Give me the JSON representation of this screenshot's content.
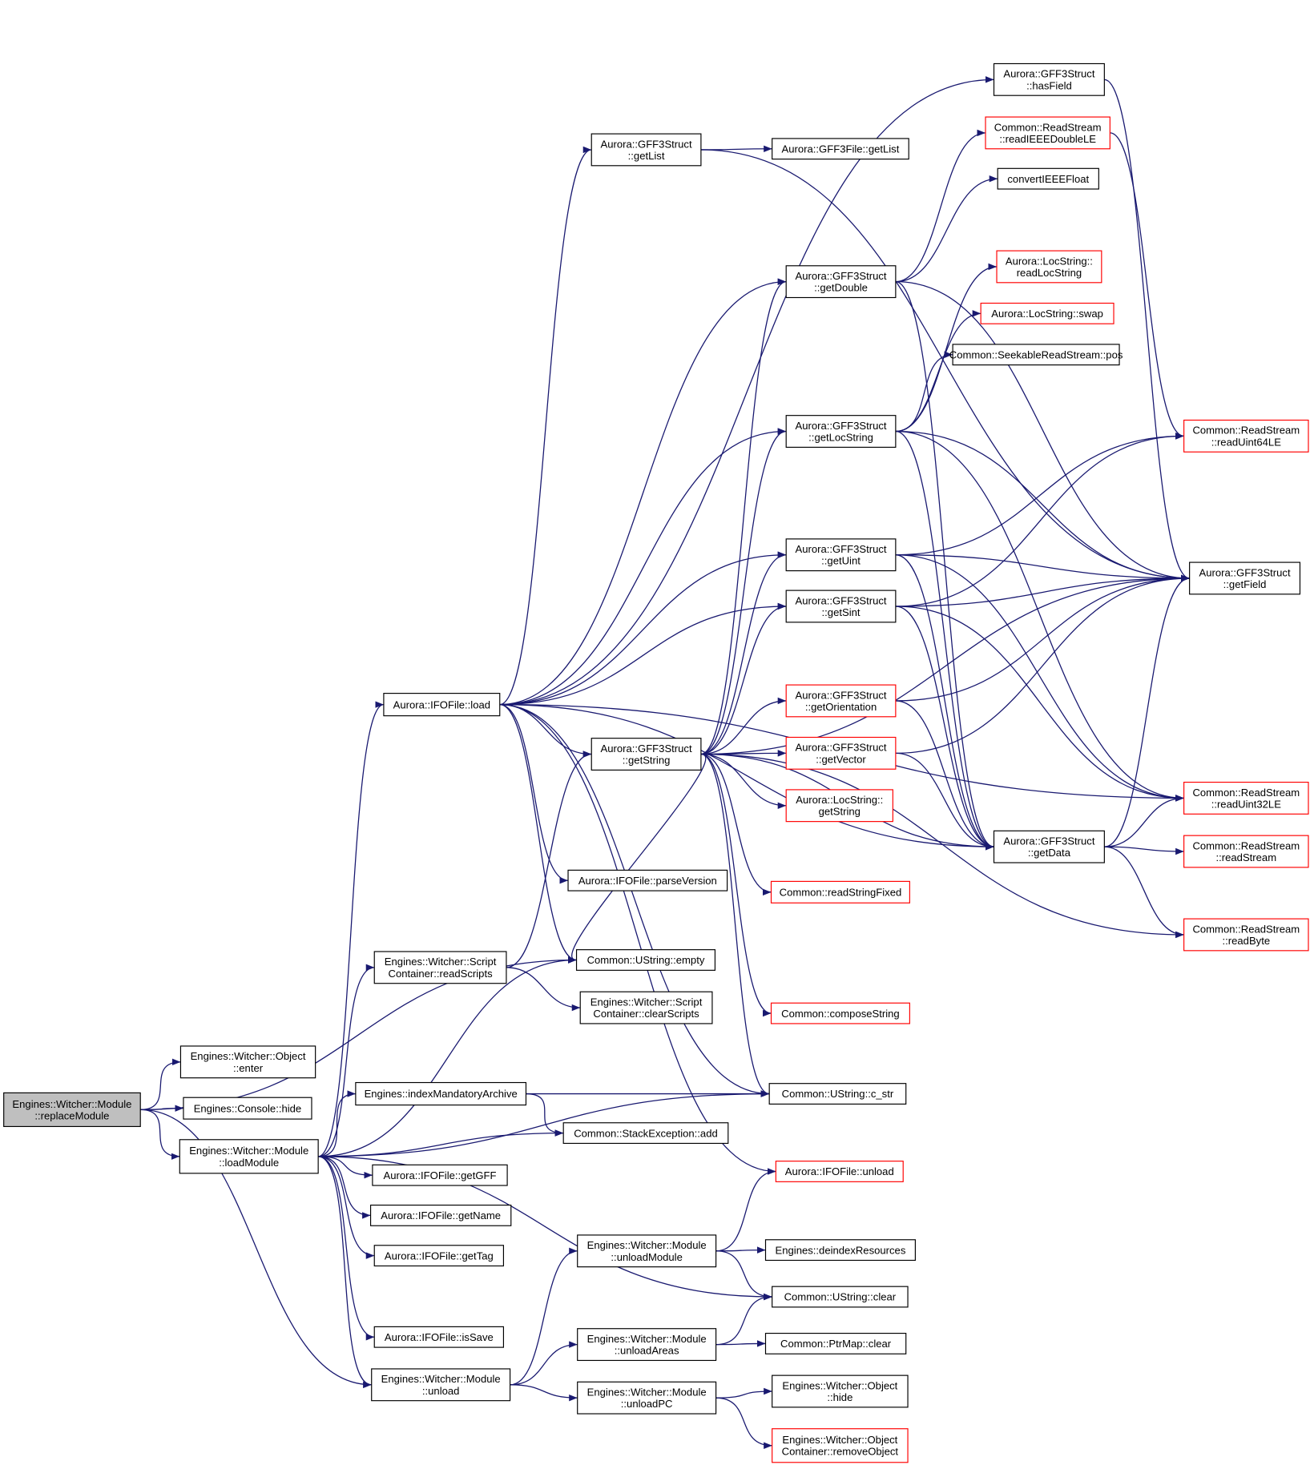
{
  "title": "Engines::Witcher::Module::replaceModule call graph",
  "colors": {
    "edge": "#191970",
    "root_fill": "#bfbfbf",
    "border": "#000000",
    "red_border": "#ff0000"
  },
  "nodes": [
    {
      "id": "replaceModule",
      "lines": [
        "Engines::Witcher::Module",
        "::replaceModule"
      ],
      "kind": "root"
    },
    {
      "id": "objEnter",
      "lines": [
        "Engines::Witcher::Object",
        "::enter"
      ],
      "kind": "normal"
    },
    {
      "id": "consoleHide",
      "lines": [
        "Engines::Console::hide"
      ],
      "kind": "normal"
    },
    {
      "id": "loadModule",
      "lines": [
        "Engines::Witcher::Module",
        "::loadModule"
      ],
      "kind": "normal"
    },
    {
      "id": "ifoLoad",
      "lines": [
        "Aurora::IFOFile::load"
      ],
      "kind": "normal"
    },
    {
      "id": "structGetList",
      "lines": [
        "Aurora::GFF3Struct",
        "::getList"
      ],
      "kind": "normal"
    },
    {
      "id": "fileGetList",
      "lines": [
        "Aurora::GFF3File::getList"
      ],
      "kind": "normal"
    },
    {
      "id": "hasField",
      "lines": [
        "Aurora::GFF3Struct",
        "::hasField"
      ],
      "kind": "normal"
    },
    {
      "id": "readIEEEDoubleLE",
      "lines": [
        "Common::ReadStream",
        "::readIEEEDoubleLE"
      ],
      "kind": "red"
    },
    {
      "id": "convertIEEEFloat",
      "lines": [
        "convertIEEEFloat"
      ],
      "kind": "normal"
    },
    {
      "id": "getDouble",
      "lines": [
        "Aurora::GFF3Struct",
        "::getDouble"
      ],
      "kind": "normal"
    },
    {
      "id": "readLocString",
      "lines": [
        "Aurora::LocString::",
        "readLocString"
      ],
      "kind": "red"
    },
    {
      "id": "locSwap",
      "lines": [
        "Aurora::LocString::swap"
      ],
      "kind": "red"
    },
    {
      "id": "seekPos",
      "lines": [
        "Common::SeekableReadStream::pos"
      ],
      "kind": "normal"
    },
    {
      "id": "getLocString",
      "lines": [
        "Aurora::GFF3Struct",
        "::getLocString"
      ],
      "kind": "normal"
    },
    {
      "id": "readUint64LE",
      "lines": [
        "Common::ReadStream",
        "::readUint64LE"
      ],
      "kind": "red"
    },
    {
      "id": "getUint",
      "lines": [
        "Aurora::GFF3Struct",
        "::getUint"
      ],
      "kind": "normal"
    },
    {
      "id": "getField",
      "lines": [
        "Aurora::GFF3Struct",
        "::getField"
      ],
      "kind": "normal"
    },
    {
      "id": "getSint",
      "lines": [
        "Aurora::GFF3Struct",
        "::getSint"
      ],
      "kind": "normal"
    },
    {
      "id": "getOrientation",
      "lines": [
        "Aurora::GFF3Struct",
        "::getOrientation"
      ],
      "kind": "red"
    },
    {
      "id": "getString",
      "lines": [
        "Aurora::GFF3Struct",
        "::getString"
      ],
      "kind": "normal"
    },
    {
      "id": "getVector",
      "lines": [
        "Aurora::GFF3Struct",
        "::getVector"
      ],
      "kind": "red"
    },
    {
      "id": "locGetString",
      "lines": [
        "Aurora::LocString::",
        "getString"
      ],
      "kind": "red"
    },
    {
      "id": "readUint32LE",
      "lines": [
        "Common::ReadStream",
        "::readUint32LE"
      ],
      "kind": "red"
    },
    {
      "id": "getData",
      "lines": [
        "Aurora::GFF3Struct",
        "::getData"
      ],
      "kind": "normal"
    },
    {
      "id": "readStream",
      "lines": [
        "Common::ReadStream",
        "::readStream"
      ],
      "kind": "red"
    },
    {
      "id": "readStringFixed",
      "lines": [
        "Common::readStringFixed"
      ],
      "kind": "red"
    },
    {
      "id": "readByte",
      "lines": [
        "Common::ReadStream",
        "::readByte"
      ],
      "kind": "red"
    },
    {
      "id": "parseVersion",
      "lines": [
        "Aurora::IFOFile::parseVersion"
      ],
      "kind": "normal"
    },
    {
      "id": "ustrEmpty",
      "lines": [
        "Common::UString::empty"
      ],
      "kind": "normal"
    },
    {
      "id": "readScripts",
      "lines": [
        "Engines::Witcher::Script",
        "Container::readScripts"
      ],
      "kind": "normal"
    },
    {
      "id": "clearScripts",
      "lines": [
        "Engines::Witcher::Script",
        "Container::clearScripts"
      ],
      "kind": "normal"
    },
    {
      "id": "composeString",
      "lines": [
        "Common::composeString"
      ],
      "kind": "red"
    },
    {
      "id": "indexMandatory",
      "lines": [
        "Engines::indexMandatoryArchive"
      ],
      "kind": "normal"
    },
    {
      "id": "cstr",
      "lines": [
        "Common::UString::c_str"
      ],
      "kind": "normal"
    },
    {
      "id": "stackAdd",
      "lines": [
        "Common::StackException::add"
      ],
      "kind": "normal"
    },
    {
      "id": "ifoUnload",
      "lines": [
        "Aurora::IFOFile::unload"
      ],
      "kind": "red"
    },
    {
      "id": "getGFF",
      "lines": [
        "Aurora::IFOFile::getGFF"
      ],
      "kind": "normal"
    },
    {
      "id": "getName",
      "lines": [
        "Aurora::IFOFile::getName"
      ],
      "kind": "normal"
    },
    {
      "id": "getTag",
      "lines": [
        "Aurora::IFOFile::getTag"
      ],
      "kind": "normal"
    },
    {
      "id": "unloadModule",
      "lines": [
        "Engines::Witcher::Module",
        "::unloadModule"
      ],
      "kind": "normal"
    },
    {
      "id": "deindex",
      "lines": [
        "Engines::deindexResources"
      ],
      "kind": "normal"
    },
    {
      "id": "ustrClear",
      "lines": [
        "Common::UString::clear"
      ],
      "kind": "normal"
    },
    {
      "id": "isSave",
      "lines": [
        "Aurora::IFOFile::isSave"
      ],
      "kind": "normal"
    },
    {
      "id": "unloadAreas",
      "lines": [
        "Engines::Witcher::Module",
        "::unloadAreas"
      ],
      "kind": "normal"
    },
    {
      "id": "ptrClear",
      "lines": [
        "Common::PtrMap::clear"
      ],
      "kind": "normal"
    },
    {
      "id": "unload",
      "lines": [
        "Engines::Witcher::Module",
        "::unload"
      ],
      "kind": "normal"
    },
    {
      "id": "unloadPC",
      "lines": [
        "Engines::Witcher::Module",
        "::unloadPC"
      ],
      "kind": "normal"
    },
    {
      "id": "objHide",
      "lines": [
        "Engines::Witcher::Object",
        "::hide"
      ],
      "kind": "normal"
    },
    {
      "id": "removeObject",
      "lines": [
        "Engines::Witcher::Object",
        "Container::removeObject"
      ],
      "kind": "red"
    }
  ],
  "edges": [
    [
      "replaceModule",
      "ustrEmpty"
    ],
    [
      "replaceModule",
      "objEnter"
    ],
    [
      "replaceModule",
      "consoleHide"
    ],
    [
      "replaceModule",
      "loadModule"
    ],
    [
      "replaceModule",
      "unload"
    ],
    [
      "loadModule",
      "ifoLoad"
    ],
    [
      "loadModule",
      "readScripts"
    ],
    [
      "loadModule",
      "ustrEmpty"
    ],
    [
      "loadModule",
      "cstr"
    ],
    [
      "loadModule",
      "indexMandatory"
    ],
    [
      "loadModule",
      "stackAdd"
    ],
    [
      "loadModule",
      "getGFF"
    ],
    [
      "loadModule",
      "getName"
    ],
    [
      "loadModule",
      "getTag"
    ],
    [
      "loadModule",
      "ustrClear"
    ],
    [
      "loadModule",
      "isSave"
    ],
    [
      "loadModule",
      "unload"
    ],
    [
      "ifoLoad",
      "structGetList"
    ],
    [
      "ifoLoad",
      "hasField"
    ],
    [
      "ifoLoad",
      "getDouble"
    ],
    [
      "ifoLoad",
      "getLocString"
    ],
    [
      "ifoLoad",
      "getUint"
    ],
    [
      "ifoLoad",
      "getSint"
    ],
    [
      "ifoLoad",
      "getString"
    ],
    [
      "ifoLoad",
      "parseVersion"
    ],
    [
      "ifoLoad",
      "ustrEmpty"
    ],
    [
      "ifoLoad",
      "cstr"
    ],
    [
      "ifoLoad",
      "readUint32LE"
    ],
    [
      "ifoLoad",
      "getData"
    ],
    [
      "ifoLoad",
      "ifoUnload"
    ],
    [
      "structGetList",
      "fileGetList"
    ],
    [
      "structGetList",
      "getField"
    ],
    [
      "hasField",
      "getField"
    ],
    [
      "readIEEEDoubleLE",
      "readUint64LE"
    ],
    [
      "getDouble",
      "readIEEEDoubleLE"
    ],
    [
      "getDouble",
      "convertIEEEFloat"
    ],
    [
      "getDouble",
      "getField"
    ],
    [
      "getDouble",
      "getData"
    ],
    [
      "getLocString",
      "readLocString"
    ],
    [
      "getLocString",
      "locSwap"
    ],
    [
      "getLocString",
      "seekPos"
    ],
    [
      "getLocString",
      "getField"
    ],
    [
      "getLocString",
      "getData"
    ],
    [
      "getLocString",
      "readUint32LE"
    ],
    [
      "getUint",
      "readUint64LE"
    ],
    [
      "getUint",
      "getField"
    ],
    [
      "getUint",
      "getData"
    ],
    [
      "getUint",
      "readUint32LE"
    ],
    [
      "getSint",
      "readUint64LE"
    ],
    [
      "getSint",
      "getField"
    ],
    [
      "getSint",
      "getData"
    ],
    [
      "getSint",
      "readUint32LE"
    ],
    [
      "getString",
      "getDouble"
    ],
    [
      "getString",
      "getLocString"
    ],
    [
      "getString",
      "getUint"
    ],
    [
      "getString",
      "getSint"
    ],
    [
      "getString",
      "getField"
    ],
    [
      "getString",
      "getOrientation"
    ],
    [
      "getString",
      "getVector"
    ],
    [
      "getString",
      "locGetString"
    ],
    [
      "getString",
      "getData"
    ],
    [
      "getString",
      "readStringFixed"
    ],
    [
      "getString",
      "composeString"
    ],
    [
      "getString",
      "cstr"
    ],
    [
      "getString",
      "readByte"
    ],
    [
      "getString",
      "ustrEmpty"
    ],
    [
      "getOrientation",
      "getField"
    ],
    [
      "getOrientation",
      "getData"
    ],
    [
      "getVector",
      "getField"
    ],
    [
      "getVector",
      "getData"
    ],
    [
      "getData",
      "readUint32LE"
    ],
    [
      "getData",
      "readStream"
    ],
    [
      "getData",
      "readByte"
    ],
    [
      "getData",
      "getField"
    ],
    [
      "readScripts",
      "getString"
    ],
    [
      "readScripts",
      "clearScripts"
    ],
    [
      "indexMandatory",
      "cstr"
    ],
    [
      "indexMandatory",
      "stackAdd"
    ],
    [
      "unload",
      "unloadModule"
    ],
    [
      "unload",
      "unloadAreas"
    ],
    [
      "unload",
      "unloadPC"
    ],
    [
      "unloadModule",
      "ifoUnload"
    ],
    [
      "unloadModule",
      "deindex"
    ],
    [
      "unloadModule",
      "ustrClear"
    ],
    [
      "unloadAreas",
      "ustrClear"
    ],
    [
      "unloadAreas",
      "ptrClear"
    ],
    [
      "unloadPC",
      "objHide"
    ],
    [
      "unloadPC",
      "removeObject"
    ]
  ]
}
